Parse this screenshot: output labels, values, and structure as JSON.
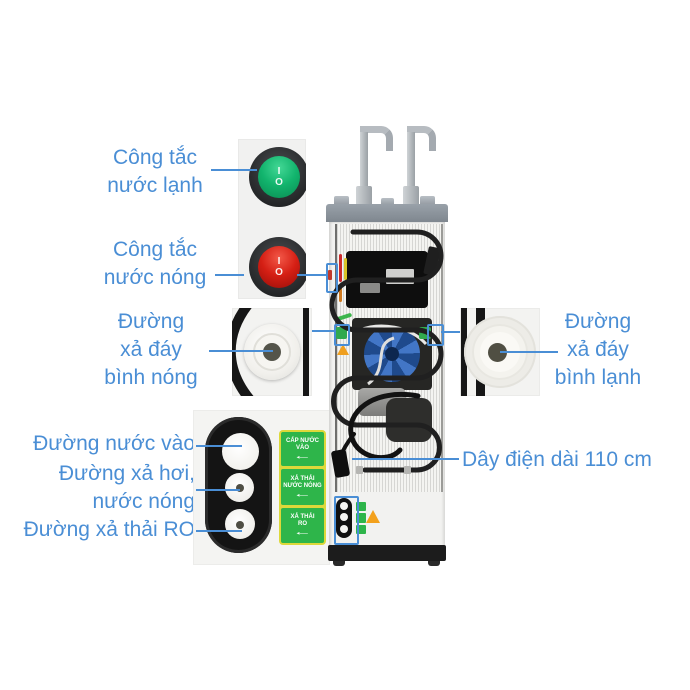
{
  "colors": {
    "accent_blue": "#4a8ed5",
    "switch_green": "#12b46d",
    "switch_red": "#d51f14",
    "sticker_green": "#2eb54a",
    "sticker_border_yellow": "#ddd83a",
    "background": "#ffffff"
  },
  "icons": {
    "left_arrow": "←",
    "switch_on_mark": "I",
    "switch_off_mark": "O"
  },
  "callouts": {
    "cold_switch": {
      "line1": "Công tắc",
      "line2": "nước lạnh"
    },
    "hot_switch": {
      "line1": "Công tắc",
      "line2": "nước nóng"
    },
    "hot_tank_drain": {
      "line1": "Đường",
      "line2": "xả đáy",
      "line3": "bình nóng"
    },
    "cold_tank_drain": {
      "line1": "Đường",
      "line2": "xả đáy",
      "line3": "bình lạnh"
    },
    "water_inlet": {
      "label": "Đường nước vào"
    },
    "steam_hot_water_drain": {
      "line1": "Đường xả hơi,",
      "line2": "nước nóng"
    },
    "ro_waste_drain": {
      "label": "Đường xả thải RO"
    },
    "power_cord": {
      "label": "Dây điện dài 110 cm"
    }
  },
  "rear_labels": [
    {
      "line1": "CẤP NƯỚC",
      "line2": "VÀO"
    },
    {
      "line1": "XẢ THẢI",
      "line2": "NƯỚC NÓNG"
    },
    {
      "line1": "XẢ THẢI",
      "line2": "RO"
    }
  ]
}
